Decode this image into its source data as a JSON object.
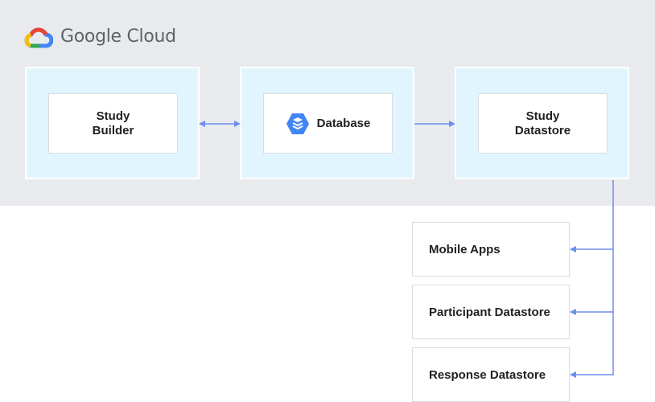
{
  "brand": {
    "logo_text": "Google Cloud"
  },
  "nodes": {
    "study_builder": "Study\nBuilder",
    "database": "Database",
    "study_datastore": "Study\nDatastore"
  },
  "outputs": [
    {
      "label": "Mobile Apps"
    },
    {
      "label": "Participant Datastore"
    },
    {
      "label": "Response Datastore"
    }
  ],
  "icons": {
    "brand": "google-cloud-logo-icon",
    "database": "database-hexagon-icon"
  },
  "colors": {
    "region_background": "#e8eaed",
    "outer_box": "#e1f5fe",
    "connector": "#6b8ef0",
    "icon_blue": "#4285f4",
    "text": "#202124",
    "logo_text": "#5f6368"
  }
}
